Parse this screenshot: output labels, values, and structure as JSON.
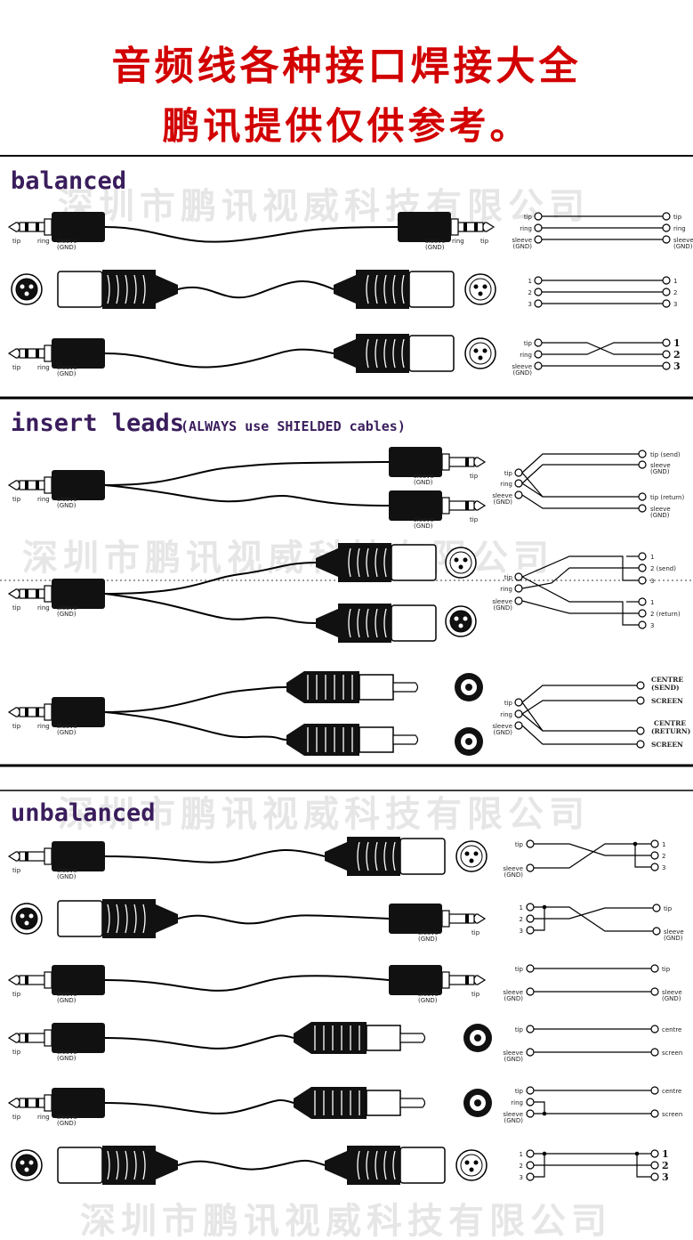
{
  "header": {
    "title": "音频线各种接口焊接大全",
    "subtitle": "鹏讯提供仅供参考。"
  },
  "watermark": "深圳市鹏讯视威科技有限公司",
  "sections": {
    "balanced": "balanced",
    "insert": "insert leads",
    "insert_note": "(ALWAYS use SHIELDED cables)",
    "unbalanced": "unbalanced"
  },
  "labels": {
    "tip": "tip",
    "ring": "ring",
    "sleeve": "sleeve",
    "gnd": "(GND)",
    "tip_send": "tip (send)",
    "tip_return": "tip (return)",
    "pin1": "1",
    "pin2": "2",
    "pin3": "3",
    "pin2_send": "2 (send)",
    "pin2_return": "2 (return)",
    "centre_send_1": "CENTRE",
    "centre_send_2": "(SEND)",
    "centre_return_1": "CENTRE",
    "centre_return_2": "(RETURN)",
    "screen": "SCREEN",
    "centre": "centre",
    "screen_lc": "screen"
  },
  "colors": {
    "title": "#d20000",
    "section": "#3a1d5c",
    "watermark": "#e6e6e6"
  }
}
